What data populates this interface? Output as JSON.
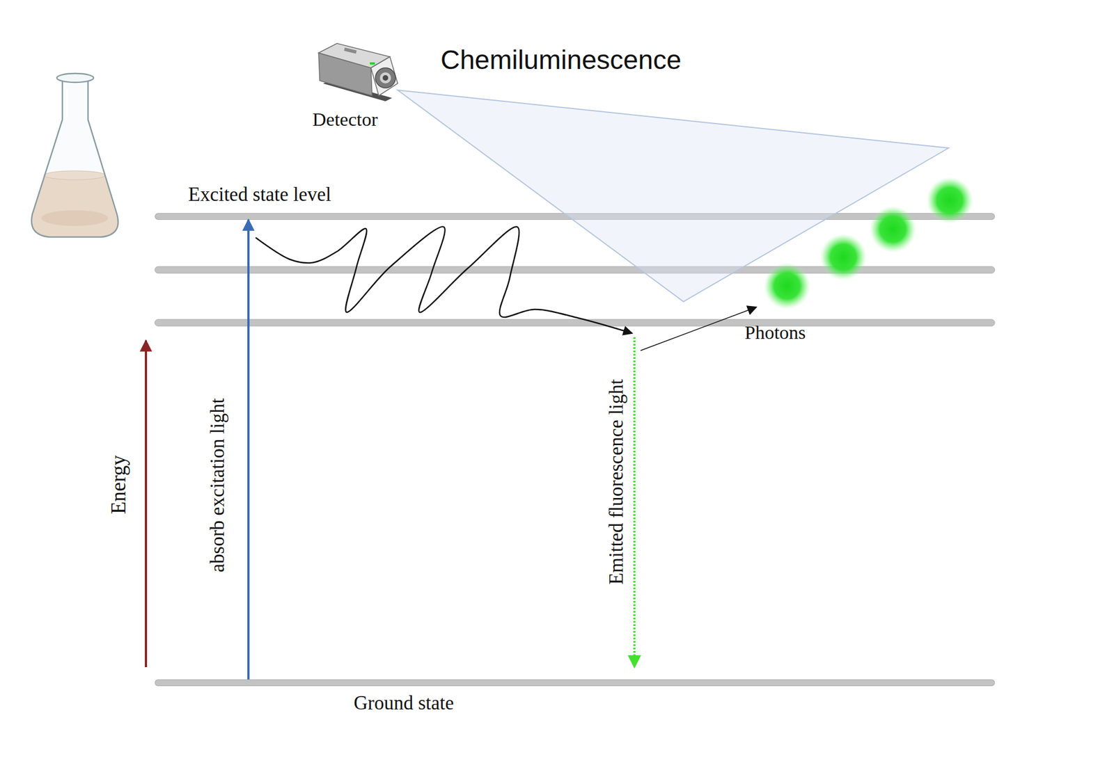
{
  "diagram": {
    "title": "Chemiluminescence",
    "nodes": [
      {
        "text": [
          "Excited state level"
        ]
      },
      {
        "text": [
          "Ground state"
        ]
      }
    ],
    "edges": [
      {
        "from": 1,
        "to": 0,
        "arrow": "to",
        "label": "absorb excitation light"
      }
    ],
    "labels": [
      "Detector",
      "Energy",
      "Emitted fluorescence light",
      "Photons"
    ]
  }
}
